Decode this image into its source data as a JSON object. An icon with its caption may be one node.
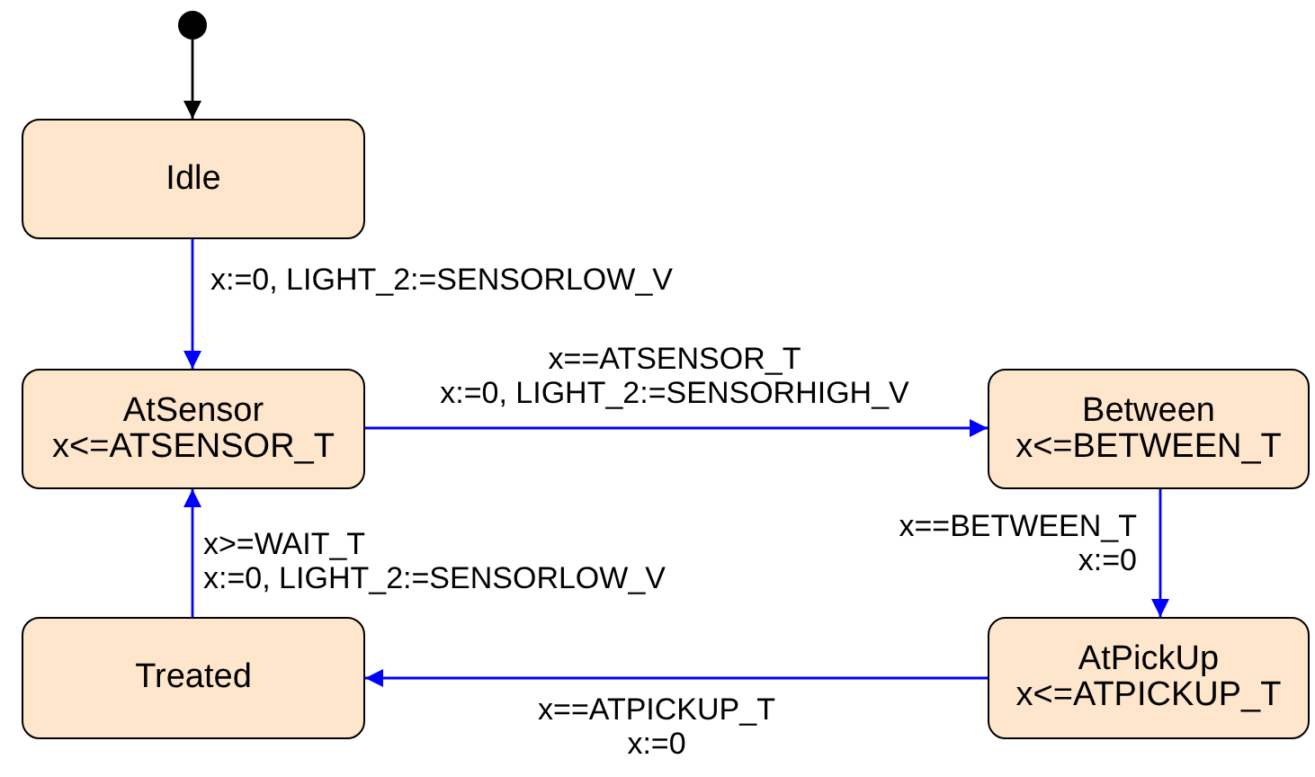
{
  "diagram": {
    "nodes": [
      {
        "text": [],
        "shape": "circle"
      },
      {
        "text": [
          "Idle"
        ]
      },
      {
        "text": [
          "AtSensor",
          "x<=ATSENSOR_T"
        ]
      },
      {
        "text": [
          "Between",
          "x<=BETWEEN_T"
        ]
      },
      {
        "text": [
          "AtPickUp",
          "x<=ATPICKUP_T"
        ]
      },
      {
        "text": [
          "Treated"
        ]
      }
    ],
    "edges": [
      {
        "from": 0,
        "to": 1,
        "arrow": "to",
        "color": "#000000"
      },
      {
        "from": 1,
        "to": 2,
        "arrow": "to",
        "label": "x:=0, LIGHT_2:=SENSORLOW_V"
      },
      {
        "from": 2,
        "to": 3,
        "arrow": "to",
        "label": "x==ATSENSOR_T x:=0, LIGHT_2:=SENSORHIGH_V"
      },
      {
        "from": 3,
        "to": 4,
        "arrow": "to",
        "label": "x==BETWEEN_T x:=0"
      },
      {
        "from": 4,
        "to": 5,
        "arrow": "to",
        "label": "x==ATPICKUP_T x:=0"
      },
      {
        "from": 5,
        "to": 2,
        "arrow": "to",
        "label": "x>=WAIT_T x:=0, LIGHT_2:=SENSORLOW_V"
      }
    ]
  }
}
